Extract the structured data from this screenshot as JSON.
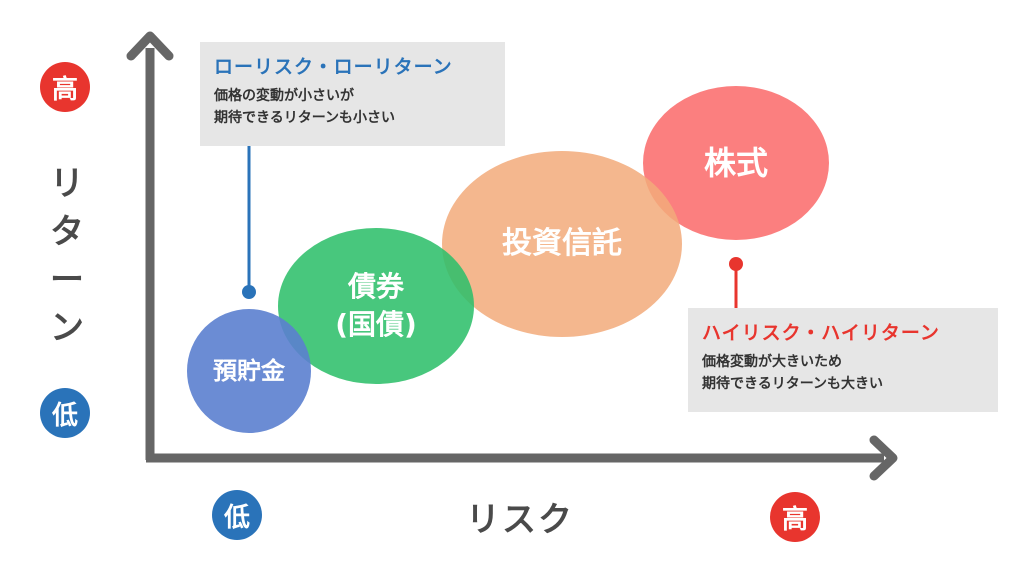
{
  "axes": {
    "y_title": [
      "リ",
      "タ",
      "ー",
      "ン"
    ],
    "x_title": "リスク",
    "y_high": "高",
    "y_low": "低",
    "x_low": "低",
    "x_high": "高"
  },
  "callouts": {
    "low": {
      "title": "ローリスク・ローリターン",
      "line1": "価格の変動が小さいが",
      "line2": "期待できるリターンも小さい"
    },
    "high": {
      "title": "ハイリスク・ハイリターン",
      "line1": "価格変動が大きいため",
      "line2": "期待できるリターンも大きい"
    }
  },
  "bubbles": {
    "deposit": "預貯金",
    "bond": "債券\n(国債)",
    "trust": "投資信託",
    "stock": "株式"
  },
  "colors": {
    "deposit": "#5b7fcf",
    "bond": "#2fbf6b",
    "trust": "#f2aa7a",
    "stock": "#fb7474",
    "high": "#e8352e",
    "low": "#2a73b9",
    "axis": "#666666"
  }
}
